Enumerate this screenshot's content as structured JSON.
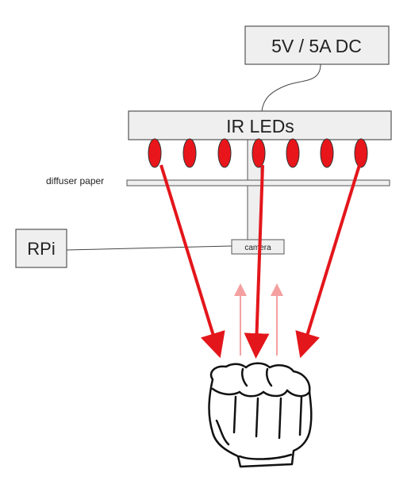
{
  "labels": {
    "power": "5V / 5A DC",
    "ir_leds": "IR LEDs",
    "diffuser": "diffuser paper",
    "rpi": "RPi",
    "camera": "camera"
  },
  "colors": {
    "box_fill": "#efefef",
    "box_stroke": "#555555",
    "led": "#e8151b",
    "arrow": "#e3161b",
    "reflected_arrow": "#f4a0a0",
    "hand_stroke": "#111111"
  },
  "icons": {
    "hand": "fist-icon"
  }
}
